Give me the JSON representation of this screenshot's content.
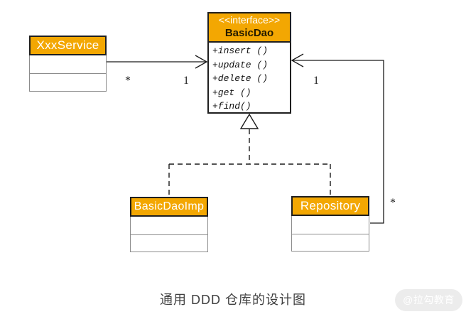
{
  "diagram": {
    "interface_box": {
      "stereotype": "<<interface>>",
      "name": "BasicDao",
      "methods": [
        "+insert ()",
        "+update ()",
        "+delete ()",
        "+get ()",
        "+find()"
      ]
    },
    "class_xxx_service": {
      "name": "XxxService"
    },
    "class_basic_dao_imp": {
      "name": "BasicDaoImp"
    },
    "class_repository": {
      "name": "Repository"
    },
    "multiplicity": {
      "service_side": "*",
      "dao_left_side": "1",
      "dao_right_side": "1",
      "repository_side": "*"
    },
    "caption": "通用 DDD 仓库的设计图",
    "watermark": "@拉勾教育",
    "colors": {
      "header_fill": "#F3A702",
      "header_border": "#1f1f1f",
      "compartment_border": "#8c8c8c",
      "line_color": "#1a1a1a",
      "caption_color": "#404040",
      "watermark_bg": "#ececec",
      "watermark_text": "#ffffff"
    }
  }
}
